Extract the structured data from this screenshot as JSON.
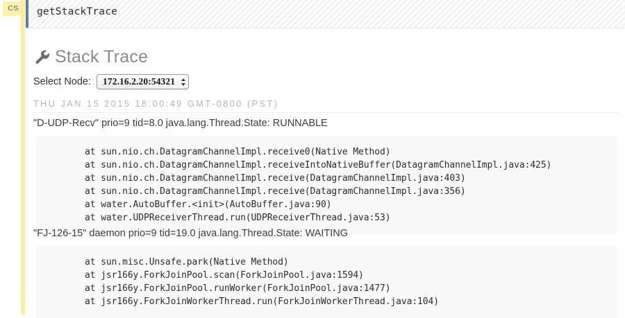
{
  "cell": {
    "badge": "CS",
    "prompt": "getStackTrace"
  },
  "section": {
    "icon": "wrench-icon",
    "title": "Stack Trace"
  },
  "node_selector": {
    "label": "Select Node:",
    "value": "172.16.2.20:54321",
    "options": [
      "172.16.2.20:54321"
    ]
  },
  "timestamp": "THU JAN 15 2015 18:00:49 GMT-0800 (PST)",
  "threads": [
    {
      "header": "\"D-UDP-Recv\" prio=9 tid=8.0 java.lang.Thread.State: RUNNABLE",
      "frames": [
        "at sun.nio.ch.DatagramChannelImpl.receive0(Native Method)",
        "at sun.nio.ch.DatagramChannelImpl.receiveIntoNativeBuffer(DatagramChannelImpl.java:425)",
        "at sun.nio.ch.DatagramChannelImpl.receive(DatagramChannelImpl.java:403)",
        "at sun.nio.ch.DatagramChannelImpl.receive(DatagramChannelImpl.java:356)",
        "at water.AutoBuffer.<init>(AutoBuffer.java:90)",
        "at water.UDPReceiverThread.run(UDPReceiverThread.java:53)"
      ]
    },
    {
      "header": "\"FJ-126-15\" daemon prio=9 tid=19.0 java.lang.Thread.State: WAITING",
      "frames": [
        "at sun.misc.Unsafe.park(Native Method)",
        "at jsr166y.ForkJoinPool.scan(ForkJoinPool.java:1594)",
        "at jsr166y.ForkJoinPool.runWorker(ForkJoinPool.java:1477)",
        "at jsr166y.ForkJoinWorkerThread.run(ForkJoinWorkerThread.java:104)"
      ]
    }
  ],
  "colors": {
    "cell_marker": "#fbeea4",
    "badge_bg": "#fbf2ab",
    "prompt_accent": "#5b7da8",
    "code_bg": "#f9f9f9",
    "title_gray": "#8a8a8a"
  }
}
